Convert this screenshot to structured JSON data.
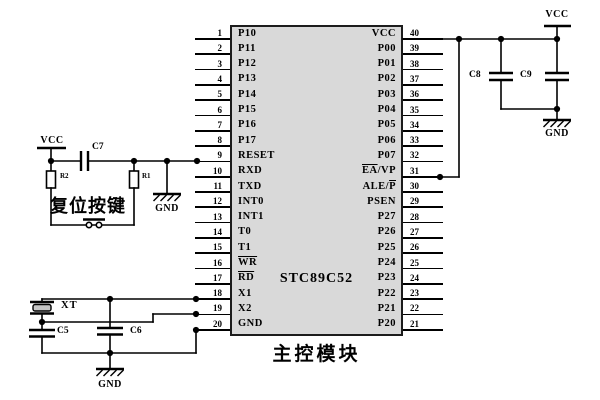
{
  "chip": {
    "name": "STC89C52",
    "caption": "主控模块",
    "left_pins": [
      {
        "num": "1",
        "label": "P10"
      },
      {
        "num": "2",
        "label": "P11"
      },
      {
        "num": "3",
        "label": "P12"
      },
      {
        "num": "4",
        "label": "P13"
      },
      {
        "num": "5",
        "label": "P14"
      },
      {
        "num": "6",
        "label": "P15"
      },
      {
        "num": "7",
        "label": "P16"
      },
      {
        "num": "8",
        "label": "P17"
      },
      {
        "num": "9",
        "label": "RESET"
      },
      {
        "num": "10",
        "label": "RXD"
      },
      {
        "num": "11",
        "label": "TXD"
      },
      {
        "num": "12",
        "label": "INT0"
      },
      {
        "num": "13",
        "label": "INT1"
      },
      {
        "num": "14",
        "label": "T0"
      },
      {
        "num": "15",
        "label": "T1"
      },
      {
        "num": "16",
        "label": "WR",
        "overline": true
      },
      {
        "num": "17",
        "label": "RD",
        "overline": true
      },
      {
        "num": "18",
        "label": "X1"
      },
      {
        "num": "19",
        "label": "X2"
      },
      {
        "num": "20",
        "label": "GND"
      }
    ],
    "right_pins": [
      {
        "num": "40",
        "label": "VCC"
      },
      {
        "num": "39",
        "label": "P00"
      },
      {
        "num": "38",
        "label": "P01"
      },
      {
        "num": "37",
        "label": "P02"
      },
      {
        "num": "36",
        "label": "P03"
      },
      {
        "num": "35",
        "label": "P04"
      },
      {
        "num": "34",
        "label": "P05"
      },
      {
        "num": "33",
        "label": "P06"
      },
      {
        "num": "32",
        "label": "P07"
      },
      {
        "num": "31",
        "parts": [
          {
            "t": "EA",
            "o": true
          },
          {
            "t": "/VP",
            "o": false
          }
        ]
      },
      {
        "num": "30",
        "parts": [
          {
            "t": "ALE/",
            "o": false
          },
          {
            "t": "P",
            "o": true
          }
        ]
      },
      {
        "num": "29",
        "label": "PSEN"
      },
      {
        "num": "28",
        "label": "P27"
      },
      {
        "num": "27",
        "label": "P26"
      },
      {
        "num": "26",
        "label": "P25"
      },
      {
        "num": "25",
        "label": "P24"
      },
      {
        "num": "24",
        "label": "P23"
      },
      {
        "num": "23",
        "label": "P22"
      },
      {
        "num": "22",
        "label": "P21"
      },
      {
        "num": "21",
        "label": "P20"
      }
    ]
  },
  "reset": {
    "vcc": "VCC",
    "c7": "C7",
    "r2": "R2",
    "r1": "R1",
    "button": "复位按键",
    "gnd": "GND"
  },
  "crystal": {
    "xt": "XT",
    "c5": "C5",
    "c6": "C6",
    "gnd": "GND"
  },
  "power": {
    "vcc": "VCC",
    "c8": "C8",
    "c9": "C9",
    "gnd": "GND"
  },
  "colors": {
    "wire": "#000000",
    "chip_fill": "#d9d9d9",
    "chip_border": "#1c1c1c",
    "background": "#ffffff"
  }
}
